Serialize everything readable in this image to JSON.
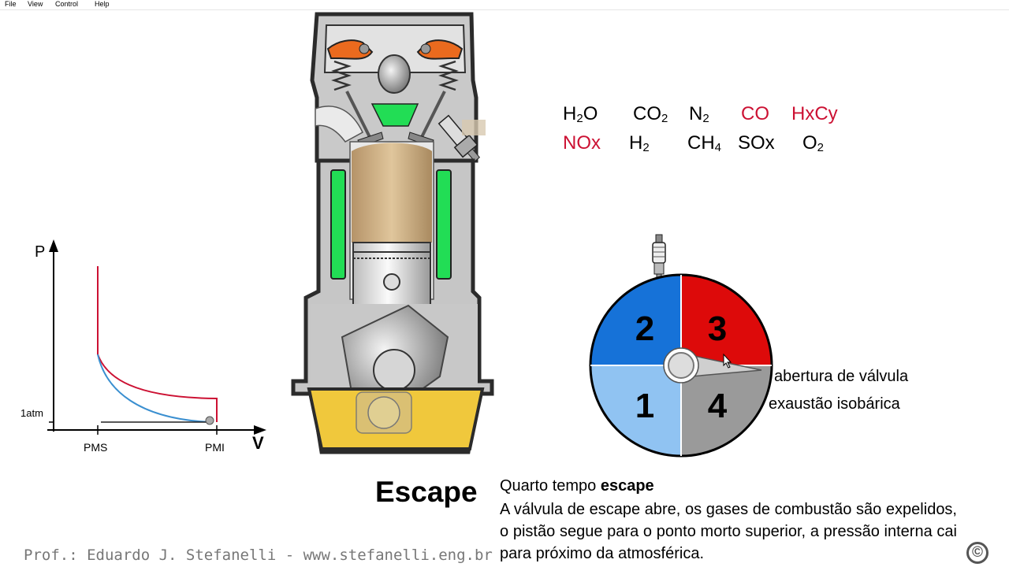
{
  "menu": [
    "File",
    "View",
    "Control",
    "Help"
  ],
  "pv_chart": {
    "y_axis_label": "P",
    "x_axis_label": "V",
    "atm_label": "1atm",
    "pms_label": "PMS",
    "pmi_label": "PMI",
    "colors": {
      "expansion": "#cc1133",
      "compression": "#3a8fd0",
      "axis": "#000000"
    }
  },
  "gases": {
    "row1": [
      {
        "base": "H",
        "sub": "2",
        "tail": "O",
        "color": "#000000"
      },
      {
        "base": "CO",
        "sub": "2",
        "tail": "",
        "color": "#000000"
      },
      {
        "base": "N",
        "sub": "2",
        "tail": "",
        "color": "#000000"
      },
      {
        "base": "CO",
        "sub": "",
        "tail": "",
        "color": "#cc1133"
      },
      {
        "base": "HxCy",
        "sub": "",
        "tail": "",
        "color": "#cc1133"
      }
    ],
    "row2": [
      {
        "base": "NOx",
        "sub": "",
        "tail": "",
        "color": "#cc1133"
      },
      {
        "base": "H",
        "sub": "2",
        "tail": "",
        "color": "#000000"
      },
      {
        "base": "CH",
        "sub": "4",
        "tail": "",
        "color": "#000000"
      },
      {
        "base": "SOx",
        "sub": "",
        "tail": "",
        "color": "#000000"
      },
      {
        "base": "O",
        "sub": "2",
        "tail": "",
        "color": "#000000"
      }
    ]
  },
  "dial": {
    "q1": "1",
    "q2": "2",
    "q3": "3",
    "q4": "4",
    "colors": {
      "q1": "#90c3f2",
      "q2": "#1672d8",
      "q3": "#dd0a0a",
      "q4": "#9a9a9a"
    },
    "label_open": "abertura de válvula",
    "label_exhaust": "exaustão isobárica"
  },
  "stroke": {
    "title": "Escape",
    "subtitle_plain": "Quarto tempo ",
    "subtitle_bold": "escape",
    "description": "A válvula de escape abre, os gases de combustão são expelidos, o pistão segue para o ponto morto superior, a pressão interna cai para próximo da atmosférica."
  },
  "credit": "Prof.: Eduardo J. Stefanelli - www.stefanelli.eng.br",
  "copyright_symbol": "©",
  "engine_colors": {
    "coolant": "#22dd55",
    "oil": "#f0c83c",
    "rocker": "#ea6a1e",
    "gas": "#c9a778"
  }
}
